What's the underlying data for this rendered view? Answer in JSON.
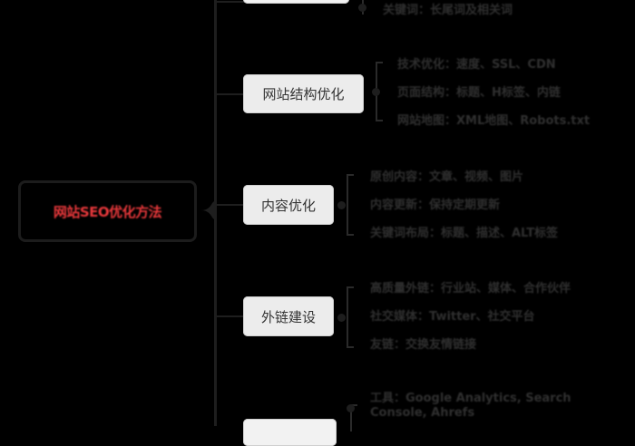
{
  "diagram": {
    "type": "mind-map",
    "background": "#000000",
    "root": {
      "label": "网站SEO优化方法",
      "color": "#e8383b",
      "obscured": true
    },
    "branches": [
      {
        "label": "",
        "partially_visible": true,
        "leaves": [
          {
            "label": "关键词：长尾词及相关词",
            "obscured": true
          }
        ]
      },
      {
        "label": "网站结构优化",
        "leaves": [
          {
            "label": "技术优化：速度、SSL、CDN",
            "obscured": true
          },
          {
            "label": "页面结构：标题、H标签、内链",
            "obscured": true
          },
          {
            "label": "网站地图：XML地图、Robots.txt",
            "obscured": true
          }
        ]
      },
      {
        "label": "内容优化",
        "leaves": [
          {
            "label": "原创内容：文章、视频、图片",
            "obscured": true
          },
          {
            "label": "内容更新：保持定期更新",
            "obscured": true
          },
          {
            "label": "关键词布局：标题、描述、ALT标签",
            "obscured": true
          }
        ]
      },
      {
        "label": "外链建设",
        "leaves": [
          {
            "label": "高质量外链：行业站、媒体、合作伙伴",
            "obscured": true
          },
          {
            "label": "社交媒体：Twitter、社交平台",
            "obscured": true
          },
          {
            "label": "友链：交换友情链接",
            "obscured": true
          }
        ]
      },
      {
        "label": "",
        "partially_visible": true,
        "leaves": [
          {
            "label": "工具：Google Analytics, Search Console, Ahrefs",
            "obscured": true
          }
        ]
      }
    ],
    "colors": {
      "branch_fill": "#ececec",
      "branch_text": "#333333",
      "connector": "#1e1e1e",
      "leaf_text": "#2f2f2f"
    }
  }
}
